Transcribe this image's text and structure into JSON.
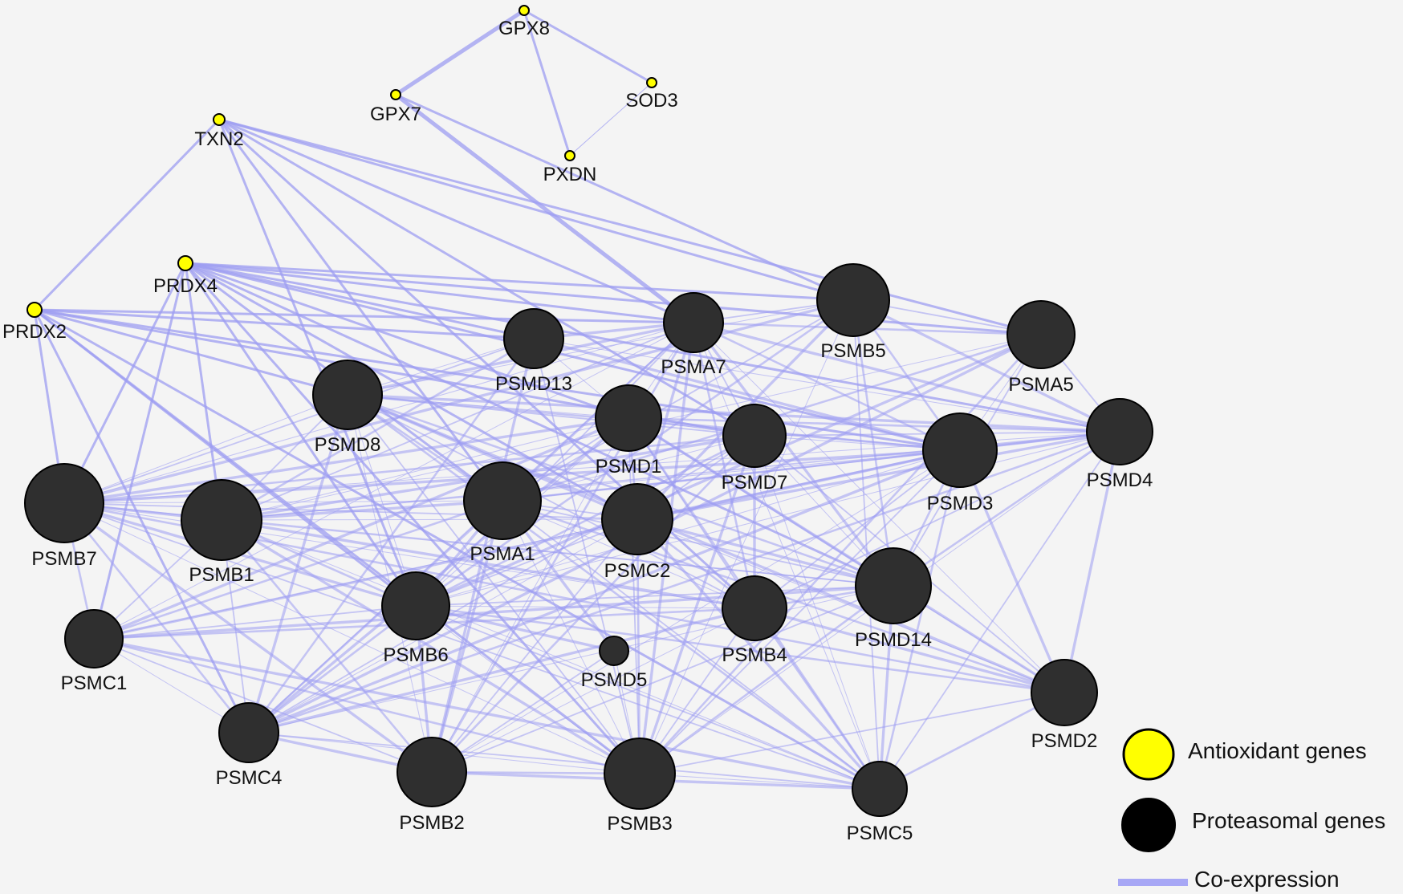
{
  "colors": {
    "background": "#f4f4f4",
    "antioxidant_fill": "#ffff00",
    "proteasomal_fill": "#2f2f2f",
    "node_stroke": "#000000",
    "edge": "#9d9df2"
  },
  "nodes": [
    {
      "id": "GPX8",
      "group": "antioxidant",
      "label": "GPX8"
    },
    {
      "id": "GPX7",
      "group": "antioxidant",
      "label": "GPX7"
    },
    {
      "id": "SOD3",
      "group": "antioxidant",
      "label": "SOD3"
    },
    {
      "id": "PXDN",
      "group": "antioxidant",
      "label": "PXDN"
    },
    {
      "id": "TXN2",
      "group": "antioxidant",
      "label": "TXN2"
    },
    {
      "id": "PRDX4",
      "group": "antioxidant",
      "label": "PRDX4"
    },
    {
      "id": "PRDX2",
      "group": "antioxidant",
      "label": "PRDX2"
    },
    {
      "id": "PSMD13",
      "group": "proteasomal",
      "label": "PSMD13"
    },
    {
      "id": "PSMA7",
      "group": "proteasomal",
      "label": "PSMA7"
    },
    {
      "id": "PSMB5",
      "group": "proteasomal",
      "label": "PSMB5"
    },
    {
      "id": "PSMA5",
      "group": "proteasomal",
      "label": "PSMA5"
    },
    {
      "id": "PSMD8",
      "group": "proteasomal",
      "label": "PSMD8"
    },
    {
      "id": "PSMD1",
      "group": "proteasomal",
      "label": "PSMD1"
    },
    {
      "id": "PSMD7",
      "group": "proteasomal",
      "label": "PSMD7"
    },
    {
      "id": "PSMD3",
      "group": "proteasomal",
      "label": "PSMD3"
    },
    {
      "id": "PSMD4",
      "group": "proteasomal",
      "label": "PSMD4"
    },
    {
      "id": "PSMB7",
      "group": "proteasomal",
      "label": "PSMB7"
    },
    {
      "id": "PSMB1",
      "group": "proteasomal",
      "label": "PSMB1"
    },
    {
      "id": "PSMA1",
      "group": "proteasomal",
      "label": "PSMA1"
    },
    {
      "id": "PSMC2",
      "group": "proteasomal",
      "label": "PSMC2"
    },
    {
      "id": "PSMC1",
      "group": "proteasomal",
      "label": "PSMC1"
    },
    {
      "id": "PSMB6",
      "group": "proteasomal",
      "label": "PSMB6"
    },
    {
      "id": "PSMD5",
      "group": "proteasomal",
      "label": "PSMD5"
    },
    {
      "id": "PSMB4",
      "group": "proteasomal",
      "label": "PSMB4"
    },
    {
      "id": "PSMD14",
      "group": "proteasomal",
      "label": "PSMD14"
    },
    {
      "id": "PSMD2",
      "group": "proteasomal",
      "label": "PSMD2"
    },
    {
      "id": "PSMC4",
      "group": "proteasomal",
      "label": "PSMC4"
    },
    {
      "id": "PSMB2",
      "group": "proteasomal",
      "label": "PSMB2"
    },
    {
      "id": "PSMB3",
      "group": "proteasomal",
      "label": "PSMB3"
    },
    {
      "id": "PSMC5",
      "group": "proteasomal",
      "label": "PSMC5"
    }
  ],
  "edges": [
    [
      "GPX8",
      "GPX7"
    ],
    [
      "GPX8",
      "SOD3"
    ],
    [
      "GPX8",
      "PXDN"
    ],
    [
      "PXDN",
      "SOD3"
    ],
    [
      "GPX7",
      "PSMA7"
    ],
    [
      "GPX7",
      "PSMB5"
    ],
    [
      "TXN2",
      "PRDX2"
    ],
    [
      "TXN2",
      "PSMA7"
    ],
    [
      "TXN2",
      "PSMB5"
    ],
    [
      "TXN2",
      "PSMA5"
    ],
    [
      "TXN2",
      "PSMB6"
    ],
    [
      "TXN2",
      "PSMA1"
    ],
    [
      "TXN2",
      "PSMD7"
    ],
    [
      "TXN2",
      "PSMB4"
    ],
    [
      "PRDX4",
      "PSMA7"
    ],
    [
      "PRDX4",
      "PSMB5"
    ],
    [
      "PRDX4",
      "PSMD13"
    ],
    [
      "PRDX4",
      "PSMA5"
    ],
    [
      "PRDX4",
      "PSMD3"
    ],
    [
      "PRDX4",
      "PSMD4"
    ],
    [
      "PRDX4",
      "PSMB7"
    ],
    [
      "PRDX4",
      "PSMB1"
    ],
    [
      "PRDX4",
      "PSMC1"
    ],
    [
      "PRDX4",
      "PSMA1"
    ],
    [
      "PRDX4",
      "PSMB6"
    ],
    [
      "PRDX4",
      "PSMC2"
    ],
    [
      "PRDX4",
      "PSMD1"
    ],
    [
      "PRDX4",
      "PSMD14"
    ],
    [
      "PRDX4",
      "PSMB3"
    ],
    [
      "PRDX2",
      "PSMA7"
    ],
    [
      "PRDX2",
      "PSMD13"
    ],
    [
      "PRDX2",
      "PSMD8"
    ],
    [
      "PRDX2",
      "PSMB7"
    ],
    [
      "PRDX2",
      "PSMC4"
    ],
    [
      "PRDX2",
      "PSMB6"
    ],
    [
      "PRDX2",
      "PSMD7"
    ],
    [
      "PRDX2",
      "PSMD3"
    ],
    [
      "PRDX2",
      "PSMC5"
    ],
    [
      "PRDX2",
      "PSMB3"
    ],
    [
      "PSMD13",
      "PSMA7"
    ],
    [
      "PSMD13",
      "PSMD8"
    ],
    [
      "PSMD13",
      "PSMB7"
    ],
    [
      "PSMD13",
      "PSMB1"
    ],
    [
      "PSMD13",
      "PSMD3"
    ],
    [
      "PSMD13",
      "PSMD4"
    ],
    [
      "PSMD13",
      "PSMB3"
    ],
    [
      "PSMD13",
      "PSMC4"
    ],
    [
      "PSMD13",
      "PSMB2"
    ],
    [
      "PSMD13",
      "PSMD1"
    ],
    [
      "PSMA7",
      "PSMB5"
    ],
    [
      "PSMA7",
      "PSMA5"
    ],
    [
      "PSMA7",
      "PSMD8"
    ],
    [
      "PSMA7",
      "PSMD1"
    ],
    [
      "PSMA7",
      "PSMD7"
    ],
    [
      "PSMA7",
      "PSMD3"
    ],
    [
      "PSMA7",
      "PSMD4"
    ],
    [
      "PSMA7",
      "PSMB7"
    ],
    [
      "PSMA7",
      "PSMB1"
    ],
    [
      "PSMA7",
      "PSMA1"
    ],
    [
      "PSMA7",
      "PSMC2"
    ],
    [
      "PSMA7",
      "PSMC1"
    ],
    [
      "PSMA7",
      "PSMB6"
    ],
    [
      "PSMA7",
      "PSMB4"
    ],
    [
      "PSMA7",
      "PSMD14"
    ],
    [
      "PSMA7",
      "PSMD2"
    ],
    [
      "PSMA7",
      "PSMC4"
    ],
    [
      "PSMA7",
      "PSMB2"
    ],
    [
      "PSMA7",
      "PSMB3"
    ],
    [
      "PSMA7",
      "PSMC5"
    ],
    [
      "PSMB5",
      "PSMA5"
    ],
    [
      "PSMB5",
      "PSMD3"
    ],
    [
      "PSMB5",
      "PSMD4"
    ],
    [
      "PSMB5",
      "PSMD8"
    ],
    [
      "PSMB5",
      "PSMA1"
    ],
    [
      "PSMB5",
      "PSMB6"
    ],
    [
      "PSMB5",
      "PSMB7"
    ],
    [
      "PSMB5",
      "PSMB3"
    ],
    [
      "PSMB5",
      "PSMC5"
    ],
    [
      "PSMB5",
      "PSMD14"
    ],
    [
      "PSMB5",
      "PSMC2"
    ],
    [
      "PSMA5",
      "PSMD3"
    ],
    [
      "PSMA5",
      "PSMD4"
    ],
    [
      "PSMA5",
      "PSMA1"
    ],
    [
      "PSMA5",
      "PSMB6"
    ],
    [
      "PSMA5",
      "PSMB1"
    ],
    [
      "PSMA5",
      "PSMD14"
    ],
    [
      "PSMA5",
      "PSMB3"
    ],
    [
      "PSMA5",
      "PSMC4"
    ],
    [
      "PSMD8",
      "PSMD1"
    ],
    [
      "PSMD8",
      "PSMD7"
    ],
    [
      "PSMD8",
      "PSMD3"
    ],
    [
      "PSMD8",
      "PSMD4"
    ],
    [
      "PSMD8",
      "PSMB7"
    ],
    [
      "PSMD8",
      "PSMB1"
    ],
    [
      "PSMD8",
      "PSMA1"
    ],
    [
      "PSMD8",
      "PSMC2"
    ],
    [
      "PSMD8",
      "PSMB6"
    ],
    [
      "PSMD8",
      "PSMB4"
    ],
    [
      "PSMD8",
      "PSMD14"
    ],
    [
      "PSMD8",
      "PSMC4"
    ],
    [
      "PSMD8",
      "PSMB2"
    ],
    [
      "PSMD8",
      "PSMB3"
    ],
    [
      "PSMD8",
      "PSMC5"
    ],
    [
      "PSMD8",
      "PSMD2"
    ],
    [
      "PSMD1",
      "PSMD7"
    ],
    [
      "PSMD1",
      "PSMD3"
    ],
    [
      "PSMD1",
      "PSMD4"
    ],
    [
      "PSMD1",
      "PSMB7"
    ],
    [
      "PSMD1",
      "PSMB1"
    ],
    [
      "PSMD1",
      "PSMA1"
    ],
    [
      "PSMD1",
      "PSMC2"
    ],
    [
      "PSMD1",
      "PSMC1"
    ],
    [
      "PSMD1",
      "PSMB6"
    ],
    [
      "PSMD1",
      "PSMB4"
    ],
    [
      "PSMD1",
      "PSMD14"
    ],
    [
      "PSMD1",
      "PSMC4"
    ],
    [
      "PSMD1",
      "PSMB2"
    ],
    [
      "PSMD1",
      "PSMB3"
    ],
    [
      "PSMD1",
      "PSMC5"
    ],
    [
      "PSMD1",
      "PSMD2"
    ],
    [
      "PSMD7",
      "PSMD3"
    ],
    [
      "PSMD7",
      "PSMD4"
    ],
    [
      "PSMD7",
      "PSMB7"
    ],
    [
      "PSMD7",
      "PSMB1"
    ],
    [
      "PSMD7",
      "PSMA1"
    ],
    [
      "PSMD7",
      "PSMC2"
    ],
    [
      "PSMD7",
      "PSMB6"
    ],
    [
      "PSMD7",
      "PSMB4"
    ],
    [
      "PSMD7",
      "PSMD14"
    ],
    [
      "PSMD7",
      "PSMC4"
    ],
    [
      "PSMD7",
      "PSMB2"
    ],
    [
      "PSMD7",
      "PSMB3"
    ],
    [
      "PSMD7",
      "PSMC5"
    ],
    [
      "PSMD7",
      "PSMD2"
    ],
    [
      "PSMD3",
      "PSMD4"
    ],
    [
      "PSMD3",
      "PSMB7"
    ],
    [
      "PSMD3",
      "PSMB1"
    ],
    [
      "PSMD3",
      "PSMA1"
    ],
    [
      "PSMD3",
      "PSMC2"
    ],
    [
      "PSMD3",
      "PSMC1"
    ],
    [
      "PSMD3",
      "PSMB6"
    ],
    [
      "PSMD3",
      "PSMB4"
    ],
    [
      "PSMD3",
      "PSMD14"
    ],
    [
      "PSMD3",
      "PSMC4"
    ],
    [
      "PSMD3",
      "PSMB2"
    ],
    [
      "PSMD3",
      "PSMB3"
    ],
    [
      "PSMD3",
      "PSMC5"
    ],
    [
      "PSMD3",
      "PSMD2"
    ],
    [
      "PSMD4",
      "PSMB7"
    ],
    [
      "PSMD4",
      "PSMB1"
    ],
    [
      "PSMD4",
      "PSMA1"
    ],
    [
      "PSMD4",
      "PSMC2"
    ],
    [
      "PSMD4",
      "PSMB6"
    ],
    [
      "PSMD4",
      "PSMB4"
    ],
    [
      "PSMD4",
      "PSMD14"
    ],
    [
      "PSMD4",
      "PSMD2"
    ],
    [
      "PSMD4",
      "PSMB3"
    ],
    [
      "PSMD4",
      "PSMC5"
    ],
    [
      "PSMD4",
      "PSMC4"
    ],
    [
      "PSMB7",
      "PSMB1"
    ],
    [
      "PSMB7",
      "PSMA1"
    ],
    [
      "PSMB7",
      "PSMC2"
    ],
    [
      "PSMB7",
      "PSMC1"
    ],
    [
      "PSMB7",
      "PSMB6"
    ],
    [
      "PSMB7",
      "PSMB4"
    ],
    [
      "PSMB7",
      "PSMD14"
    ],
    [
      "PSMB7",
      "PSMC4"
    ],
    [
      "PSMB7",
      "PSMB2"
    ],
    [
      "PSMB7",
      "PSMB3"
    ],
    [
      "PSMB7",
      "PSMC5"
    ],
    [
      "PSMB7",
      "PSMD2"
    ],
    [
      "PSMB1",
      "PSMA1"
    ],
    [
      "PSMB1",
      "PSMC2"
    ],
    [
      "PSMB1",
      "PSMC1"
    ],
    [
      "PSMB1",
      "PSMB6"
    ],
    [
      "PSMB1",
      "PSMB4"
    ],
    [
      "PSMB1",
      "PSMD14"
    ],
    [
      "PSMB1",
      "PSMC4"
    ],
    [
      "PSMB1",
      "PSMB2"
    ],
    [
      "PSMB1",
      "PSMB3"
    ],
    [
      "PSMB1",
      "PSMC5"
    ],
    [
      "PSMA1",
      "PSMC2"
    ],
    [
      "PSMA1",
      "PSMC1"
    ],
    [
      "PSMA1",
      "PSMB6"
    ],
    [
      "PSMA1",
      "PSMB4"
    ],
    [
      "PSMA1",
      "PSMD14"
    ],
    [
      "PSMA1",
      "PSMC4"
    ],
    [
      "PSMA1",
      "PSMB2"
    ],
    [
      "PSMA1",
      "PSMB3"
    ],
    [
      "PSMA1",
      "PSMC5"
    ],
    [
      "PSMA1",
      "PSMD2"
    ],
    [
      "PSMA1",
      "PSMD5"
    ],
    [
      "PSMC2",
      "PSMC1"
    ],
    [
      "PSMC2",
      "PSMB6"
    ],
    [
      "PSMC2",
      "PSMB4"
    ],
    [
      "PSMC2",
      "PSMD14"
    ],
    [
      "PSMC2",
      "PSMC4"
    ],
    [
      "PSMC2",
      "PSMB2"
    ],
    [
      "PSMC2",
      "PSMB3"
    ],
    [
      "PSMC2",
      "PSMC5"
    ],
    [
      "PSMC2",
      "PSMD2"
    ],
    [
      "PSMC1",
      "PSMB6"
    ],
    [
      "PSMC1",
      "PSMB4"
    ],
    [
      "PSMC1",
      "PSMD14"
    ],
    [
      "PSMC1",
      "PSMC4"
    ],
    [
      "PSMC1",
      "PSMB2"
    ],
    [
      "PSMC1",
      "PSMB3"
    ],
    [
      "PSMC1",
      "PSMC5"
    ],
    [
      "PSMB6",
      "PSMB4"
    ],
    [
      "PSMB6",
      "PSMD14"
    ],
    [
      "PSMB6",
      "PSMC4"
    ],
    [
      "PSMB6",
      "PSMB2"
    ],
    [
      "PSMB6",
      "PSMB3"
    ],
    [
      "PSMB6",
      "PSMC5"
    ],
    [
      "PSMB6",
      "PSMD2"
    ],
    [
      "PSMB6",
      "PSMD5"
    ],
    [
      "PSMD5",
      "PSMB3"
    ],
    [
      "PSMD5",
      "PSMB2"
    ],
    [
      "PSMB4",
      "PSMD14"
    ],
    [
      "PSMB4",
      "PSMC4"
    ],
    [
      "PSMB4",
      "PSMB2"
    ],
    [
      "PSMB4",
      "PSMB3"
    ],
    [
      "PSMB4",
      "PSMC5"
    ],
    [
      "PSMB4",
      "PSMD2"
    ],
    [
      "PSMD14",
      "PSMC4"
    ],
    [
      "PSMD14",
      "PSMB2"
    ],
    [
      "PSMD14",
      "PSMB3"
    ],
    [
      "PSMD14",
      "PSMC5"
    ],
    [
      "PSMD14",
      "PSMD2"
    ],
    [
      "PSMD2",
      "PSMB3"
    ],
    [
      "PSMD2",
      "PSMC5"
    ],
    [
      "PSMC4",
      "PSMB2"
    ],
    [
      "PSMC4",
      "PSMB3"
    ],
    [
      "PSMC4",
      "PSMC5"
    ],
    [
      "PSMB2",
      "PSMB3"
    ],
    [
      "PSMB2",
      "PSMC5"
    ],
    [
      "PSMB3",
      "PSMC5"
    ]
  ],
  "legend": {
    "antioxidant_label": "Antioxidant genes",
    "proteasomal_label": "Proteasomal genes",
    "coexpression_label": "Co-expression"
  }
}
